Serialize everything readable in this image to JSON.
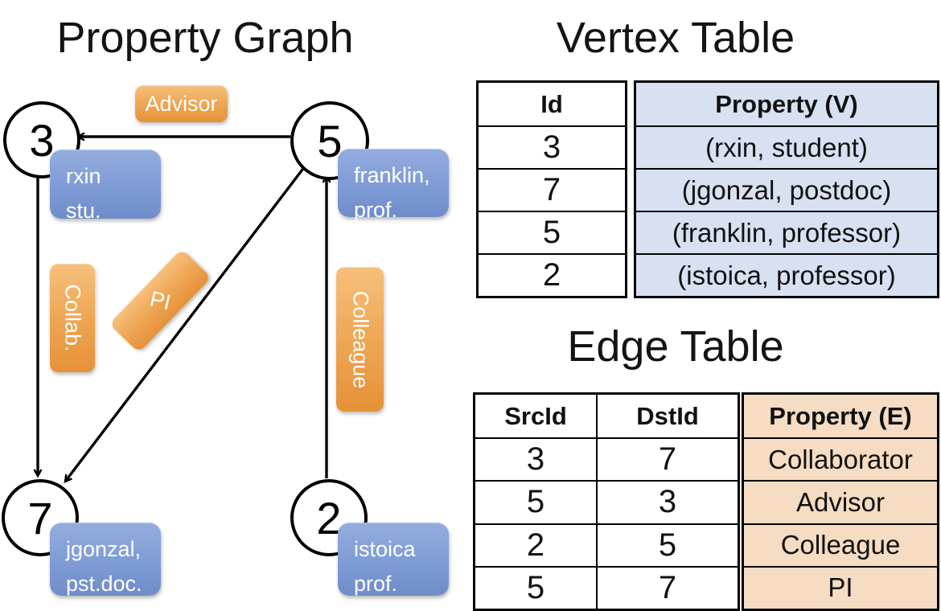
{
  "graph": {
    "title": "Property Graph",
    "nodes": [
      {
        "id": "3",
        "lines": [
          "rxin",
          "stu."
        ]
      },
      {
        "id": "5",
        "lines": [
          "franklin,",
          "prof."
        ]
      },
      {
        "id": "7",
        "lines": [
          "jgonzal,",
          "pst.doc."
        ]
      },
      {
        "id": "2",
        "lines": [
          "istoica",
          "prof."
        ]
      }
    ],
    "edges": [
      {
        "label": "Advisor",
        "src": "5",
        "dst": "3"
      },
      {
        "label": "Collab.",
        "src": "3",
        "dst": "7"
      },
      {
        "label": "PI",
        "src": "5",
        "dst": "7"
      },
      {
        "label": "Colleague",
        "src": "2",
        "dst": "5"
      }
    ]
  },
  "vertex_table": {
    "title": "Vertex Table",
    "columns": [
      "Id",
      "Property (V)"
    ],
    "rows": [
      [
        "3",
        "(rxin, student)"
      ],
      [
        "7",
        "(jgonzal, postdoc)"
      ],
      [
        "5",
        "(franklin, professor)"
      ],
      [
        "2",
        "(istoica, professor)"
      ]
    ]
  },
  "edge_table": {
    "title": "Edge Table",
    "columns": [
      "SrcId",
      "DstId",
      "Property (E)"
    ],
    "rows": [
      [
        "3",
        "7",
        "Collaborator"
      ],
      [
        "5",
        "3",
        "Advisor"
      ],
      [
        "2",
        "5",
        "Colleague"
      ],
      [
        "5",
        "7",
        "PI"
      ]
    ]
  },
  "colors": {
    "edge_pill_orange": "#eda24f",
    "vertex_box_blue": "#7f9bd4",
    "vertex_table_fill": "#d8e1f2",
    "edge_table_fill": "#f5dcc2",
    "line_black": "#000000"
  }
}
